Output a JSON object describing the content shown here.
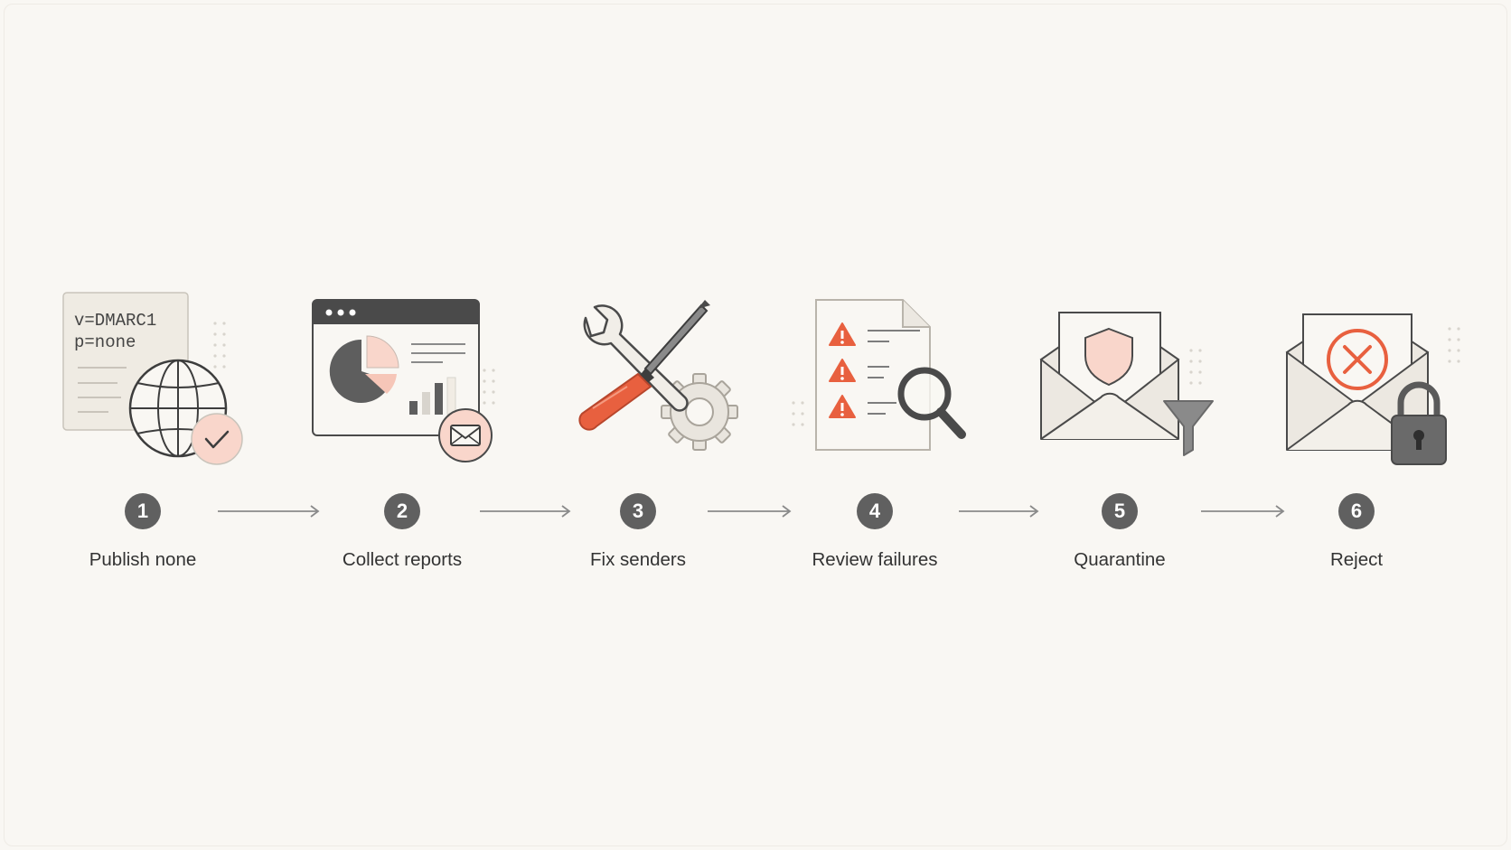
{
  "steps": [
    {
      "number": "1",
      "label": "Publish none",
      "icon": "dns-record-globe-check-icon"
    },
    {
      "number": "2",
      "label": "Collect reports",
      "icon": "report-dashboard-email-icon"
    },
    {
      "number": "3",
      "label": "Fix senders",
      "icon": "wrench-screwdriver-gear-icon"
    },
    {
      "number": "4",
      "label": "Review failures",
      "icon": "warnings-document-magnifier-icon"
    },
    {
      "number": "5",
      "label": "Quarantine",
      "icon": "envelope-shield-filter-icon"
    },
    {
      "number": "6",
      "label": "Reject",
      "icon": "envelope-reject-lock-icon"
    }
  ],
  "record": {
    "line1": "v=DMARC1",
    "line2": "p=none"
  },
  "colors": {
    "background": "#f9f7f3",
    "accent": "#e8603f",
    "accent_soft": "#f9d6cb",
    "dark": "#4a4a4a",
    "number_badge": "#606060",
    "paper": "#efebe3"
  }
}
